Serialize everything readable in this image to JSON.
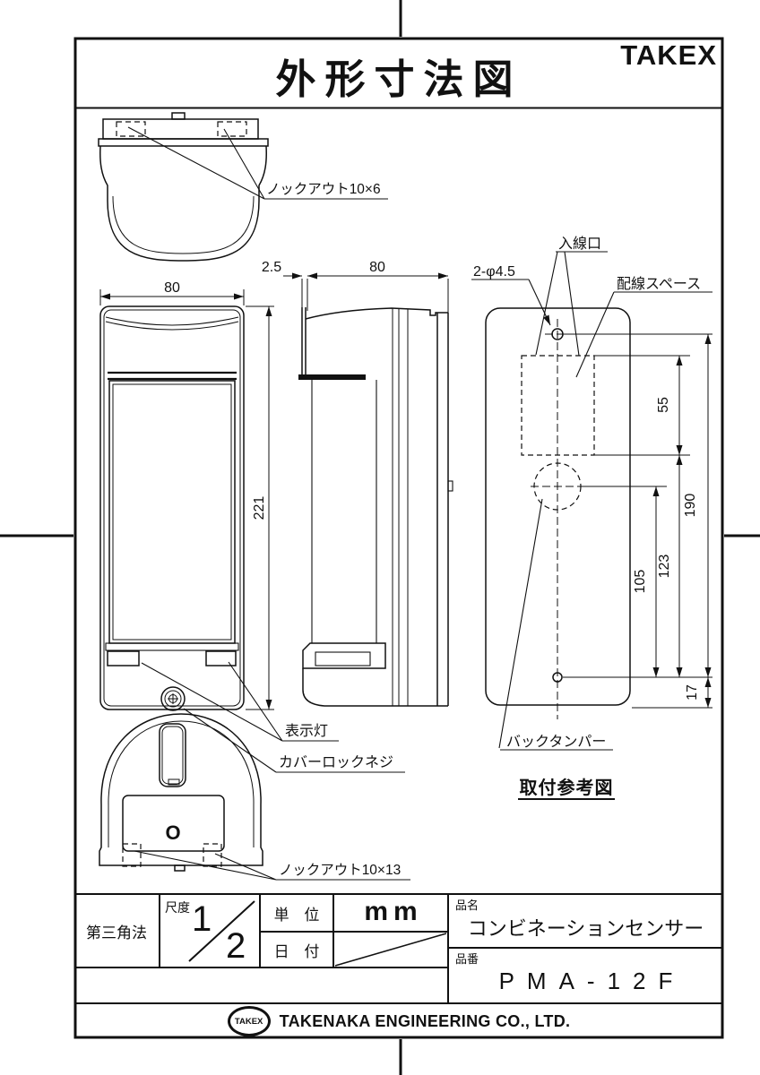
{
  "header": {
    "title": "外形寸法図",
    "brand": "TAKEX"
  },
  "labels": {
    "knockout_top": "ノックアウト10×6",
    "knockout_bottom": "ノックアウト10×13",
    "indicator_lamp": "表示灯",
    "cover_lock_screw": "カバーロックネジ",
    "wire_entry": "入線口",
    "mounting_holes": "2-φ4.5",
    "wiring_space": "配線スペース",
    "back_tamper": "バックタンパー",
    "mounting_ref_caption": "取付参考図",
    "bottom_marking": "O"
  },
  "dimensions": {
    "front_width": "80",
    "front_height": "221",
    "side_gap": "2.5",
    "side_depth": "80",
    "wiring_space_height": "55",
    "tamper_to_bottom_hole": "105",
    "space_to_bottom_hole": "123",
    "hole_pitch": "190",
    "bottom_hole_to_edge": "17"
  },
  "title_block": {
    "projection": "第三角法",
    "scale_label": "尺度",
    "scale_numerator": "1",
    "scale_denominator": "2",
    "unit_label": "単 位",
    "unit_value": "mm",
    "date_label": "日 付",
    "name_label": "品名",
    "name_value": "コンビネーションセンサー",
    "part_no_label": "品番",
    "part_no_value": "PMA-12F"
  },
  "footer": {
    "logo_text": "TAKEX",
    "company": "TAKENAKA ENGINEERING CO., LTD."
  },
  "colors": {
    "ink": "#111111",
    "paper": "#ffffff"
  }
}
